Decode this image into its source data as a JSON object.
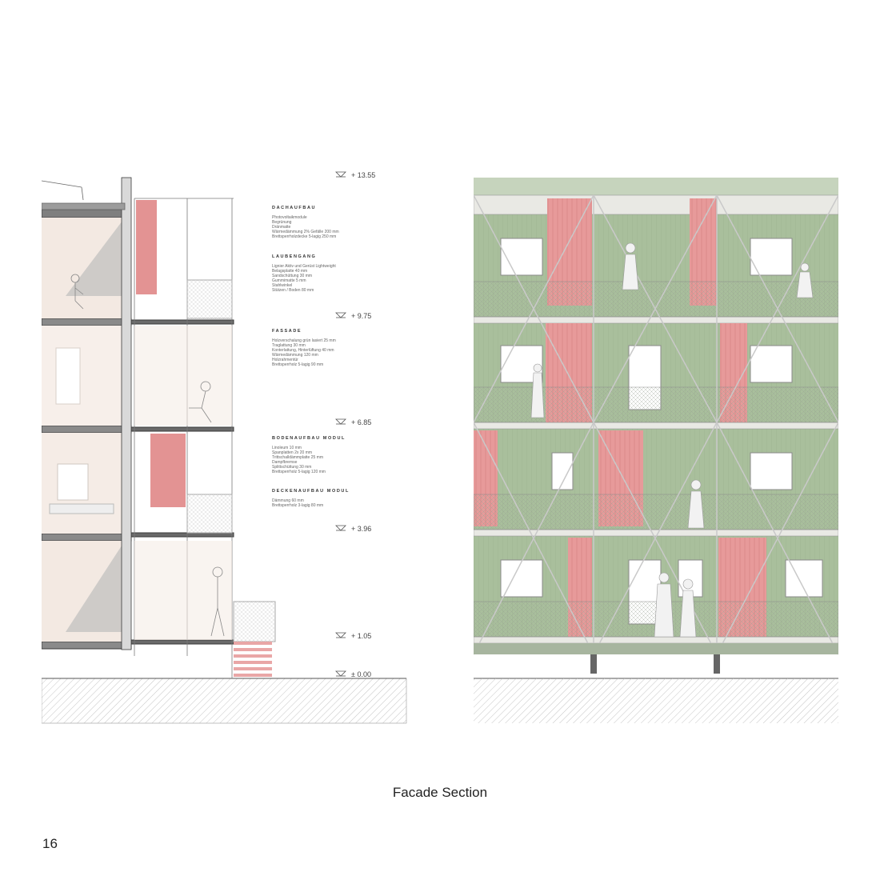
{
  "levels": [
    {
      "label": "+ 13.55"
    },
    {
      "label": "+ 9.75"
    },
    {
      "label": "+ 6.85"
    },
    {
      "label": "+ 3.96"
    },
    {
      "label": "+ 1.05"
    },
    {
      "label": "± 0.00"
    }
  ],
  "specs": [
    {
      "title": "DACHAUFBAU",
      "items": [
        "Photovoltaikmodule",
        "Begrünung",
        "Dränmatte",
        "Wärmedämmung 2% Gefälle 200 mm",
        "Brettsperrholzdecke 5-lagig 250 mm"
      ]
    },
    {
      "title": "LAUBENGANG",
      "items": [
        "Lignier Aktiv und Gerüst Lightweight",
        "Belagsplatte 40 mm",
        "Sandschüttung 30 mm",
        "Gummimatte 5 mm",
        "Stahlwinkel",
        "Stützen / Boden 80 mm"
      ]
    },
    {
      "title": "FASSADE",
      "items": [
        "Holzverschalung grün lasiert 25 mm",
        "Traglattung 30 mm",
        "Konterlattung, Hinterlüftung 40 mm",
        "Wärmedämmung 120 mm",
        "Holzrahmentür",
        "Brettsperrholz 5-lagig 90 mm"
      ]
    },
    {
      "title": "BODENAUFBAU MODUL",
      "items": [
        "Linoleum 10 mm",
        "Spanplatten 2x 20 mm",
        "Trittschalldämmplatte 25 mm",
        "Dampfbremse",
        "Splittschüttung 30 mm",
        "Brettsperrholz 5-lagig 120 mm"
      ]
    },
    {
      "title": "DECKENAUFBAU MODUL",
      "items": [
        "Dämmung 60 mm",
        "Brettsperrholz 3-lagig 80 mm"
      ]
    }
  ],
  "caption": "Facade Section",
  "page_number": "16",
  "colors": {
    "facade_green": "#a9bf9c",
    "curtain_red": "#e79a9a",
    "interior": "#f2e6e0",
    "line": "#3a3a3a"
  },
  "icons": [
    "level-marker-icon",
    "person-figure-icon"
  ]
}
